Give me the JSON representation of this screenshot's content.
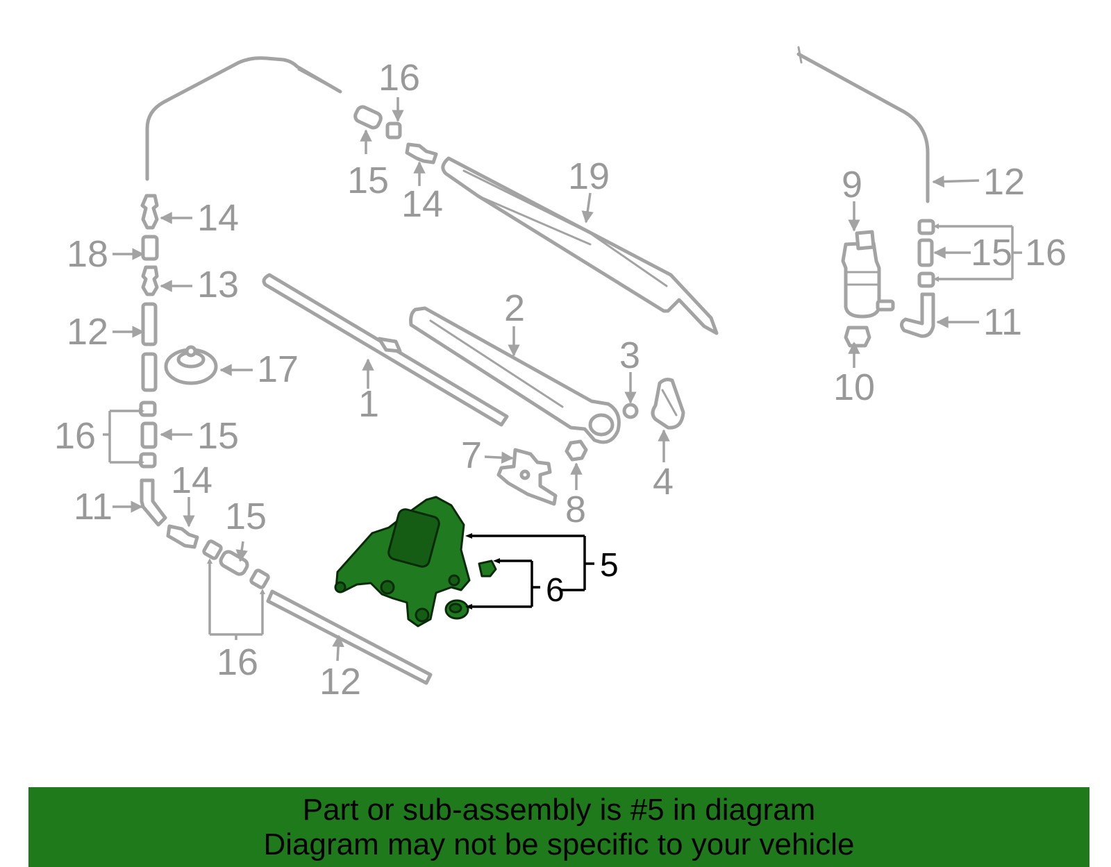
{
  "callouts": {
    "c1": "1",
    "c2": "2",
    "c3": "3",
    "c4": "4",
    "c5": "5",
    "c6": "6",
    "c7": "7",
    "c8": "8",
    "c9": "9",
    "c10": "10",
    "c11a": "11",
    "c11b": "11",
    "c12a": "12",
    "c12b": "12",
    "c12c": "12",
    "c13": "13",
    "c14a": "14",
    "c14b": "14",
    "c14c": "14",
    "c15a": "15",
    "c15b": "15",
    "c15c": "15",
    "c15d": "15",
    "c16a": "16",
    "c16b": "16",
    "c16c": "16",
    "c16d": "16",
    "c17": "17",
    "c18": "18",
    "c19": "19"
  },
  "banner": {
    "line1": "Part or sub-assembly is #5 in diagram",
    "line2": "Diagram may not be specific to your vehicle"
  },
  "colors": {
    "highlight": "#207a20",
    "banner": "#1f7a1c",
    "parts": "#a3a3a3"
  }
}
